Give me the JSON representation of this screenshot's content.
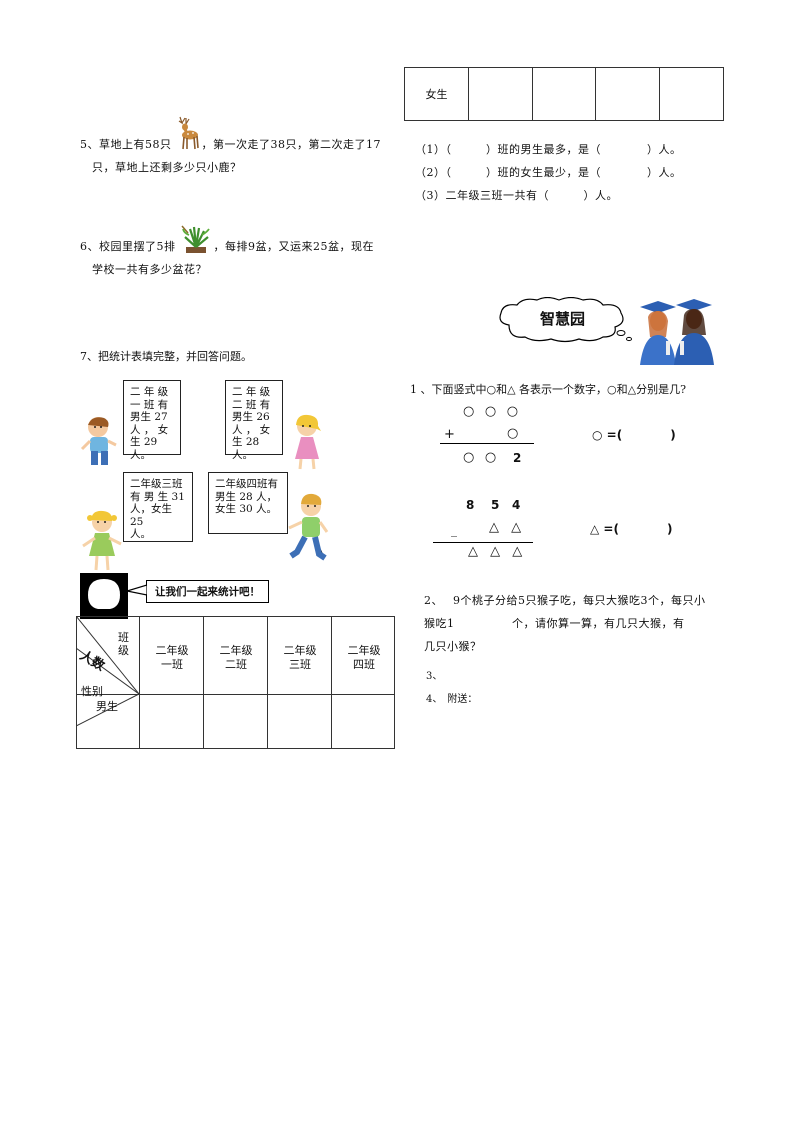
{
  "top_table": {
    "row_label": "女生"
  },
  "q5": {
    "line1a": "5、草地上有58只",
    "line1b": "，第一次走了38只，第二次走了17",
    "line2": "只，草地上还剩多少只小鹿？",
    "icon": "deer-icon"
  },
  "q6": {
    "line1a": "6、校园里摆了5排",
    "line1b": "，每排9盆，又运来25盆，现在",
    "line2": "学校一共有多少盆花？",
    "icon": "plant-icon"
  },
  "q7": {
    "title": "7、把统计表填完整，并回答问题。",
    "bubbles": {
      "c1": [
        "二 年 级",
        "一 班 有",
        "男生 27",
        "人 ， 女",
        "生    29",
        "人。"
      ],
      "c2": [
        "二 年 级",
        "二 班 有",
        "男生 26",
        "人 ， 女",
        "生    28",
        "人。"
      ],
      "c3": [
        "二年级三班",
        "有 男 生 31",
        "人，女生 25",
        "人。"
      ],
      "c4": [
        "二年级四班有",
        "男生 28 人，",
        "女生 30 人。"
      ]
    },
    "banner": "让我们一起来统计吧！",
    "table": {
      "corner_class": "班级",
      "corner_count": "人数",
      "corner_gender": "性别",
      "columns": [
        "二年级一班",
        "二年级二班",
        "二年级三班",
        "二年级四班"
      ],
      "row_label": "男生"
    }
  },
  "answers": {
    "a1": "（1）（　　　）班的男生最多，是（　　　　）人。",
    "a2": "（2）（　　　）班的女生最少，是（　　　　）人。",
    "a3": "（3）二年级三班一共有（　　　）人。"
  },
  "wisdom": {
    "title": "智慧园",
    "q1": "1 、下面竖式中○和△ 各表示一个数字，○和△分别是几?",
    "eq1": {
      "top": "○ ○ ○",
      "op": "+",
      "addend": "○",
      "result_a": "○ ○",
      "result_b": "2",
      "answer": "○ =(　　　　)"
    },
    "eq2": {
      "top": [
        "8",
        "5",
        "4"
      ],
      "op": "_",
      "sub": "△ △",
      "result": "△ △ △",
      "answer": "△ =(　　　　)"
    },
    "q2_line1": "2、　 9个桃子分给5只猴子吃，每只大猴吃3个，每只小",
    "q2_line2": "猴吃1　　　　　个，请你算一算，有几只大猴，有",
    "q2_line3": "几只小猴？",
    "q3": "3、",
    "q4": "4、　附送："
  }
}
